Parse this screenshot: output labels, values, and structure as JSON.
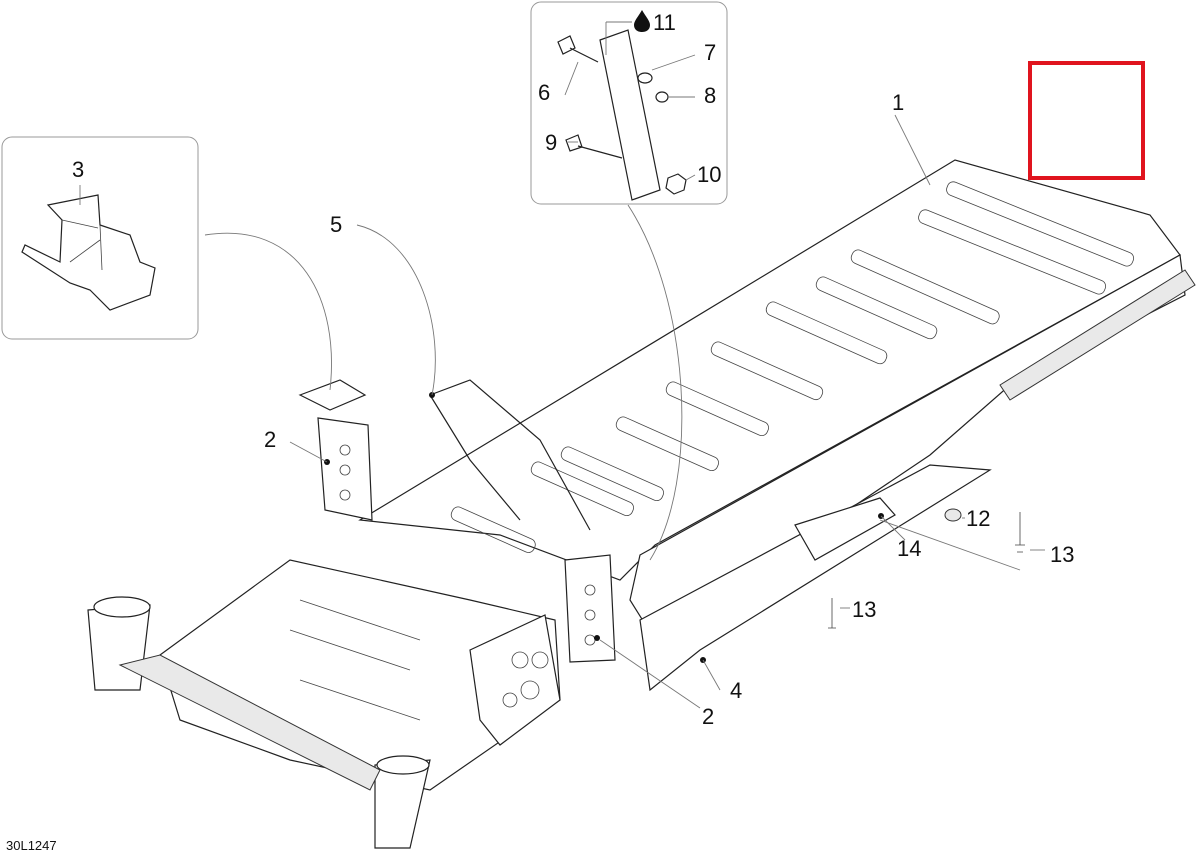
{
  "diagram_code": "30L1247",
  "callouts": {
    "c1": "1",
    "c2a": "2",
    "c2b": "2",
    "c3": "3",
    "c4": "4",
    "c5": "5",
    "c6": "6",
    "c7": "7",
    "c8": "8",
    "c9": "9",
    "c10": "10",
    "c11": "11",
    "c12": "12",
    "c13a": "13",
    "c13b": "13",
    "c14": "14"
  },
  "highlight_color": "#e0141e",
  "icons": {
    "oil_drop": "drop-icon"
  }
}
